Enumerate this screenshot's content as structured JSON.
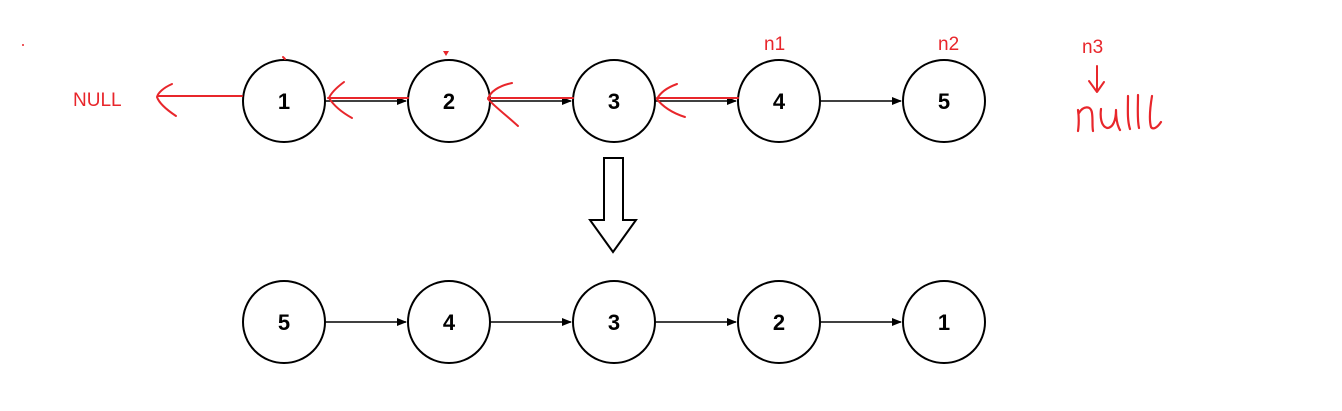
{
  "diagram": {
    "top_list": {
      "nodes": [
        "1",
        "2",
        "3",
        "4",
        "5"
      ]
    },
    "bottom_list": {
      "nodes": [
        "5",
        "4",
        "3",
        "2",
        "1"
      ]
    },
    "annotations": {
      "null_label": "NULL",
      "pointer_n1": "n1",
      "pointer_n2": "n2",
      "pointer_n3": "n3",
      "handwritten_null": "null"
    },
    "colors": {
      "node_stroke": "#000000",
      "annotation": "#e8262b"
    }
  }
}
